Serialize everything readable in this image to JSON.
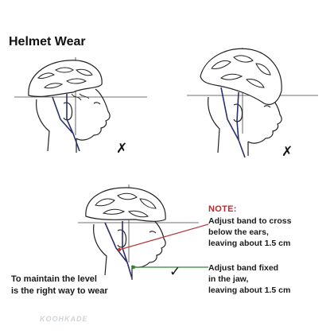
{
  "title": "Helmet Wear",
  "panels": [
    {
      "id": "top-left",
      "verdict": "✗"
    },
    {
      "id": "top-right",
      "verdict": "✗"
    },
    {
      "id": "bottom-center",
      "verdict": "✓"
    }
  ],
  "note": {
    "heading": "NOTE:",
    "items": [
      {
        "lines": [
          "Adjust band to cross",
          "below the ears,",
          "leaving about 1.5 cm"
        ]
      },
      {
        "lines": [
          "Adjust band fixed",
          "in the jaw,",
          "leaving about 1.5 cm"
        ]
      }
    ]
  },
  "caption": {
    "lines": [
      "To maintain the level",
      "is the right way to wear"
    ]
  },
  "watermark": "KOOHKADE",
  "colors": {
    "red_line": "#b5373a",
    "green_line": "#2e8b2e",
    "band": "#2b2f6b"
  }
}
